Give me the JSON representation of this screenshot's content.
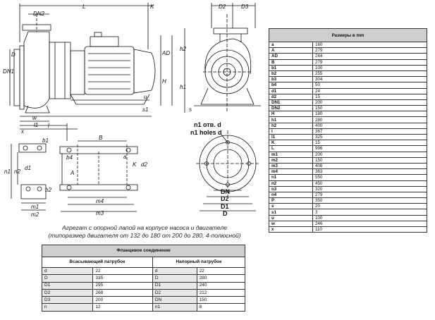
{
  "spec_table": {
    "title": "Размеры в mm",
    "rows": [
      [
        "a",
        "160"
      ],
      [
        "A",
        "279"
      ],
      [
        "AD",
        "244"
      ],
      [
        "B",
        "279"
      ],
      [
        "b1",
        "100"
      ],
      [
        "b2",
        "255"
      ],
      [
        "b3",
        "304"
      ],
      [
        "b4",
        "50"
      ],
      [
        "d1",
        "24"
      ],
      [
        "d2",
        "15"
      ],
      [
        "DN1",
        "200"
      ],
      [
        "DN2",
        "150"
      ],
      [
        "H",
        "180"
      ],
      [
        "h1",
        "280"
      ],
      [
        "h2",
        "400"
      ],
      [
        "l",
        "367"
      ],
      [
        "l1",
        "325"
      ],
      [
        "K",
        "15"
      ],
      [
        "L",
        "996"
      ],
      [
        "m1",
        "200"
      ],
      [
        "m2",
        "150"
      ],
      [
        "m3",
        "408"
      ],
      [
        "m4",
        "363"
      ],
      [
        "n1",
        "550"
      ],
      [
        "n2",
        "450"
      ],
      [
        "n3",
        "320"
      ],
      [
        "n4",
        "279"
      ],
      [
        "P",
        "350"
      ],
      [
        "s",
        "20"
      ],
      [
        "s1",
        "3"
      ],
      [
        "u",
        "100"
      ],
      [
        "w",
        "246"
      ],
      [
        "x",
        "110"
      ]
    ]
  },
  "flange_table": {
    "title": "Фланцевое соединение",
    "suction_header": "Всасывающий патрубок",
    "discharge_header": "Напорный патрубок",
    "rows": [
      [
        "d",
        "22",
        "d",
        "22"
      ],
      [
        "D",
        "335",
        "D",
        "280"
      ],
      [
        "D1",
        "295",
        "D1",
        "240"
      ],
      [
        "D2",
        "268",
        "D2",
        "212"
      ],
      [
        "D3",
        "200",
        "DN",
        "150"
      ],
      [
        "n",
        "12",
        "n1",
        "8"
      ]
    ]
  },
  "caption": {
    "line1": "Агрегат с опорной лапой на корпусе насоса и двигателе",
    "line2": "(типоразмер двигателя от 132 до 180 от 200 до 280, 4-полюсной)"
  },
  "labels": {
    "dn2": "DN2",
    "l_top": "L",
    "k_top": "K",
    "d2_top": "D2",
    "d3_top": "D3",
    "ad": "AD",
    "h2": "h2",
    "h1": "h1",
    "h": "H",
    "s1": "s1",
    "s": "s",
    "dn1": "DN1",
    "d_left": "D",
    "w": "w",
    "l1": "l1",
    "l": "l",
    "x": "x",
    "b1": "b1",
    "n1": "n1",
    "n2": "n2",
    "d1": "d1",
    "b2": "b2",
    "m1": "m1",
    "m2": "m2",
    "m3": "m3",
    "m4": "m4",
    "b_dim": "B",
    "a_dim": "a",
    "k_dim": "K",
    "d2_dim": "d2",
    "a_cap": "A",
    "b4": "b4",
    "u": "u",
    "n1_holes_ru": "n1 отв. d",
    "n1_holes_en": "n1 holes d",
    "dn": "DN",
    "d2_circle": "D2",
    "d1_circle": "D1",
    "d_circle": "D"
  }
}
